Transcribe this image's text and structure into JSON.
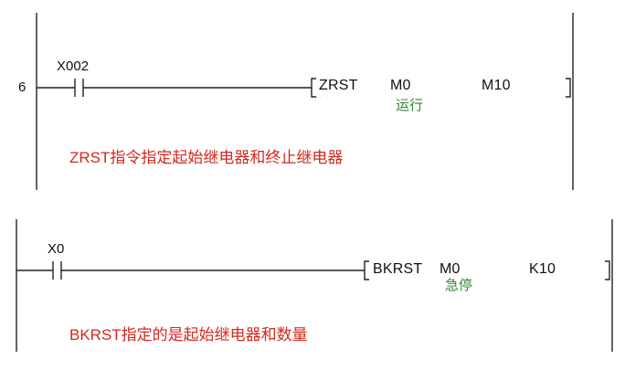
{
  "colors": {
    "line": "#222222",
    "comment": "#2e8b2e",
    "note": "#d4281e"
  },
  "rung1": {
    "step_number": "6",
    "contact_label": "X002",
    "instruction": "ZRST",
    "operand1": "M0",
    "operand1_comment": "运行",
    "operand2": "M10",
    "note": "ZRST指令指定起始继电器和终止继电器"
  },
  "rung2": {
    "contact_label": "X0",
    "instruction": "BKRST",
    "operand1": "M0",
    "operand1_comment": "急停",
    "operand2": "K10",
    "note": "BKRST指定的是起始继电器和数量"
  }
}
